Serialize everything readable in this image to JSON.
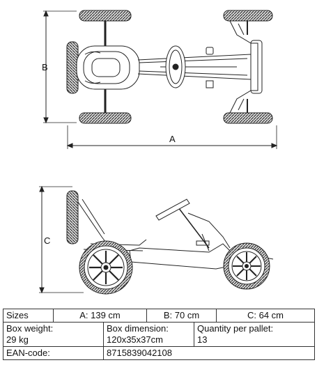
{
  "dimensions": {
    "a_label": "A",
    "b_label": "B",
    "c_label": "C"
  },
  "table": {
    "sizes_label": "Sizes",
    "a_value": "A: 139 cm",
    "b_value": "B: 70 cm",
    "c_value": "C: 64 cm",
    "box_weight_label": "Box weight:",
    "box_weight_value": "29 kg",
    "box_dimension_label": "Box dimension:",
    "box_dimension_value": "120x35x37cm",
    "quantity_label": "Quantity per pallet:",
    "quantity_value": "13",
    "ean_label": "EAN-code:",
    "ean_value": "8715839042108"
  },
  "colors": {
    "line": "#222222",
    "tyre": "#555555"
  }
}
